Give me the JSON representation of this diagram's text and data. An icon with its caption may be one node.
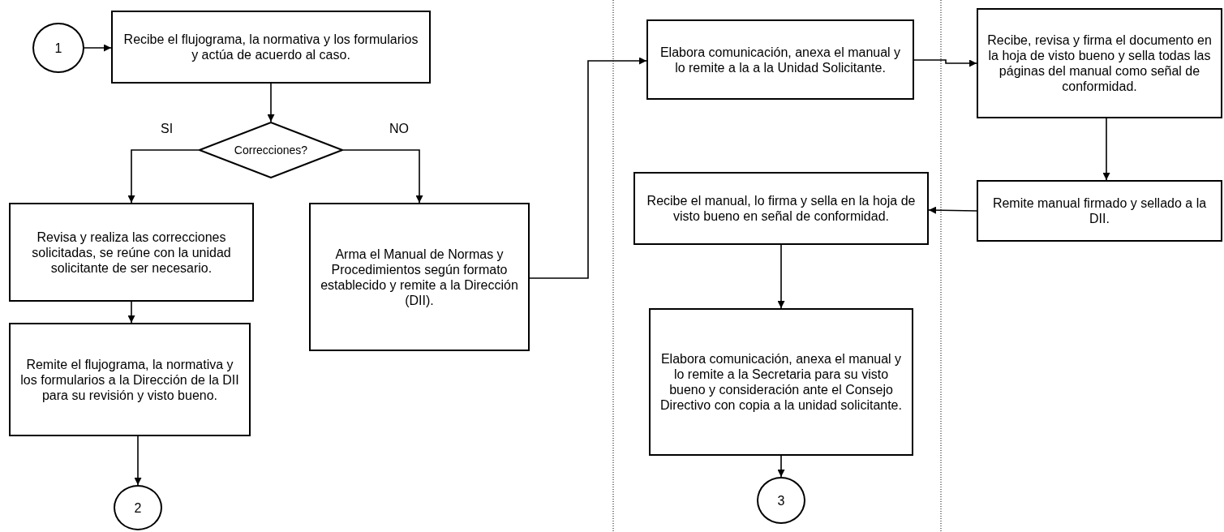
{
  "diagram": {
    "nodes": [
      {
        "text": [
          "1"
        ]
      },
      {
        "text": [
          "Recibe el flujograma, la normativa y los formularios y actúa de acuerdo al caso."
        ]
      },
      {
        "text": [
          "Correcciones?"
        ]
      },
      {
        "text": [
          "Revisa y realiza las correcciones solicitadas, se reúne con la  unidad solicitante de ser necesario."
        ]
      },
      {
        "text": [
          "Arma el Manual de Normas y Procedimientos según formato establecido y remite a la Dirección (DII)."
        ]
      },
      {
        "text": [
          "Remite el  flujograma, la normativa  y los formularios a la Dirección de la  DII para su revisión y visto bueno."
        ]
      },
      {
        "text": [
          "2"
        ]
      },
      {
        "text": [
          "Elabora comunicación, anexa el  manual y lo remite a la a la Unidad Solicitante."
        ]
      },
      {
        "text": [
          "Recibe, revisa y firma el documento en la hoja de visto bueno y sella todas las páginas del manual como señal de conformidad."
        ]
      },
      {
        "text": [
          "Recibe el manual, lo firma y sella en la hoja de visto bueno en señal de conformidad."
        ]
      },
      {
        "text": [
          "Remite manual  firmado y sellado a la DII."
        ]
      },
      {
        "text": [
          "Elabora comunicación, anexa el manual  y lo remite a la Secretaria para su  visto bueno y consideración ante el Consejo Directivo con copia a la unidad solicitante."
        ]
      },
      {
        "text": [
          "3"
        ]
      }
    ],
    "edges": [
      {
        "from": 0,
        "to": 1,
        "arrow": "to"
      },
      {
        "from": 1,
        "to": 2,
        "arrow": "to"
      },
      {
        "from": 2,
        "to": 3,
        "arrow": "to",
        "label": "SI"
      },
      {
        "from": 2,
        "to": 4,
        "arrow": "to",
        "label": "NO"
      },
      {
        "from": 3,
        "to": 5,
        "arrow": "to"
      },
      {
        "from": 5,
        "to": 6,
        "arrow": "to"
      },
      {
        "from": 4,
        "to": 7,
        "arrow": "to"
      },
      {
        "from": 7,
        "to": 8,
        "arrow": "to"
      },
      {
        "from": 8,
        "to": 10,
        "arrow": "to"
      },
      {
        "from": 10,
        "to": 9,
        "arrow": "to"
      },
      {
        "from": 9,
        "to": 11,
        "arrow": "to"
      },
      {
        "from": 11,
        "to": 12,
        "arrow": "to"
      }
    ]
  }
}
